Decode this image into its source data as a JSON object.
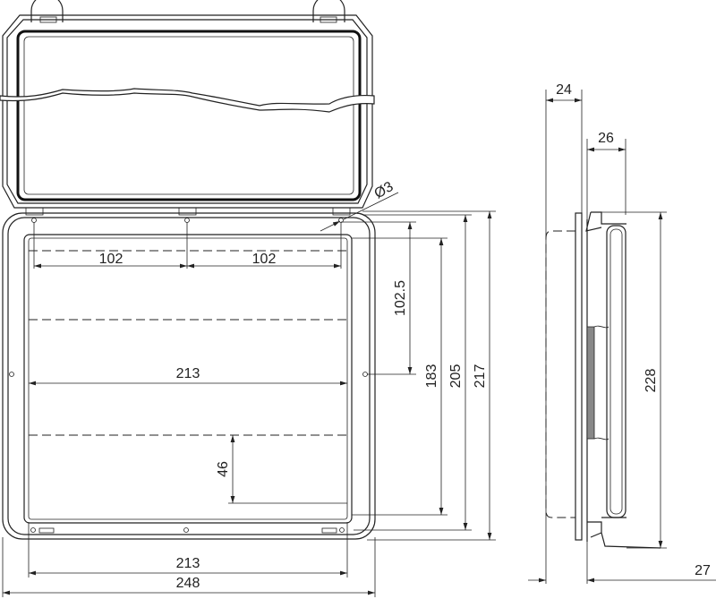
{
  "front_view": {
    "dims": {
      "hinge_spacing_left": "102",
      "hinge_spacing_right": "102",
      "inner_width": "213",
      "bottom_width": "213",
      "overall_width": "248",
      "pitch_46": "46",
      "half_height": "102.5",
      "inner_height": "183",
      "mid_height": "205",
      "outer_height": "217",
      "hole_diameter": "Ø3"
    }
  },
  "side_view": {
    "dims": {
      "depth_24": "24",
      "depth_26": "26",
      "height_228": "228",
      "depth_27": "27"
    }
  }
}
